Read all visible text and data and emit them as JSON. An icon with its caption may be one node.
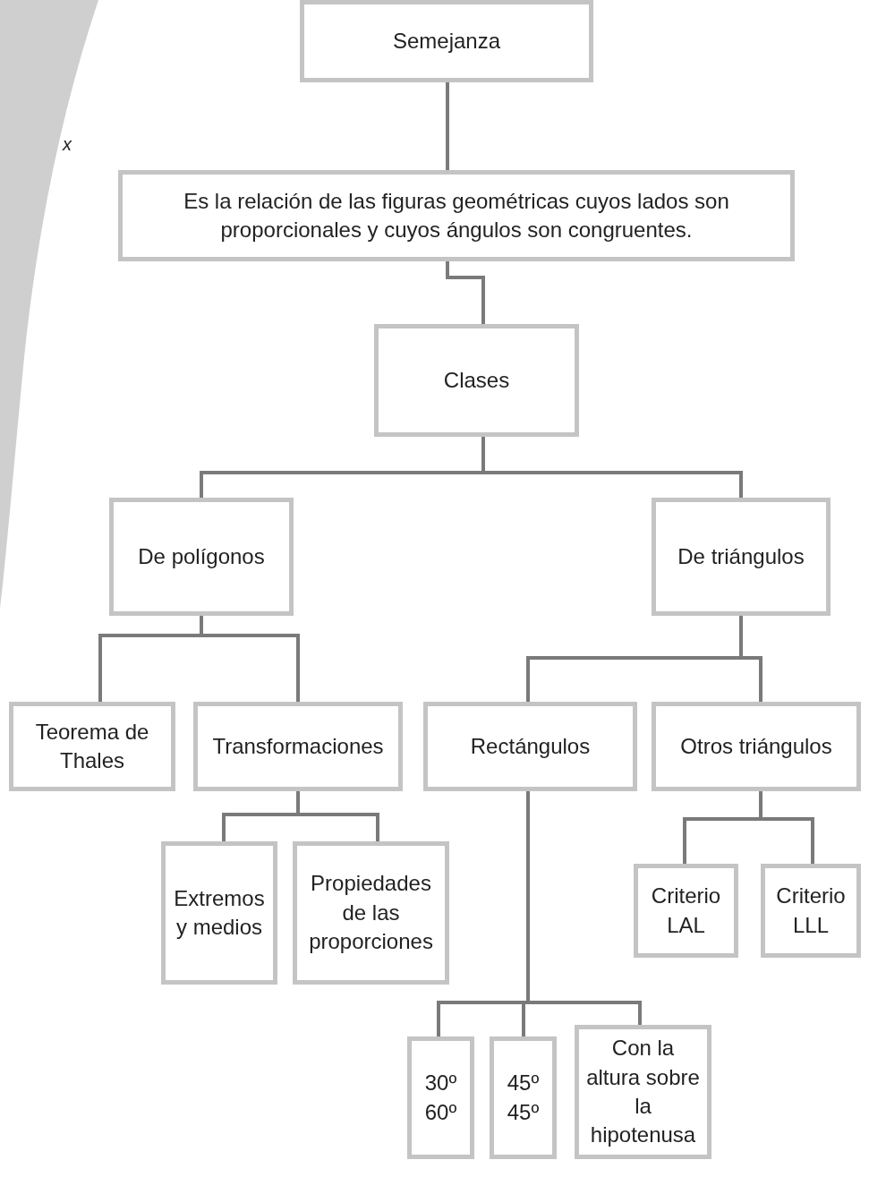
{
  "diagram": {
    "nodes": [
      {
        "text": [
          "Semejanza"
        ]
      },
      {
        "text": [
          "Es la relación de las figuras geométricas cuyos lados son proporcionales y cuyos ángulos son congruentes."
        ]
      },
      {
        "text": [
          "Clases"
        ]
      },
      {
        "text": [
          "De polígonos"
        ]
      },
      {
        "text": [
          "De triángulos"
        ]
      },
      {
        "text": [
          "Teorema de Thales"
        ]
      },
      {
        "text": [
          "Transformaciones"
        ]
      },
      {
        "text": [
          "Rectángulos"
        ]
      },
      {
        "text": [
          "Otros triángulos"
        ]
      },
      {
        "text": [
          "Extremos y medios"
        ]
      },
      {
        "text": [
          "Propiedades de las proporciones"
        ]
      },
      {
        "text": [
          "Criterio LAL"
        ]
      },
      {
        "text": [
          "Criterio LLL"
        ]
      },
      {
        "text": [
          "30º 60º"
        ]
      },
      {
        "text": [
          "45º 45º"
        ]
      },
      {
        "text": [
          "Con la altura sobre la hipotenusa"
        ]
      }
    ],
    "edges": [
      {
        "from": 0,
        "to": 1,
        "arrow": "none"
      },
      {
        "from": 1,
        "to": 2,
        "arrow": "none"
      },
      {
        "from": 2,
        "to": 3,
        "arrow": "none"
      },
      {
        "from": 2,
        "to": 4,
        "arrow": "none"
      },
      {
        "from": 3,
        "to": 5,
        "arrow": "none"
      },
      {
        "from": 3,
        "to": 6,
        "arrow": "none"
      },
      {
        "from": 4,
        "to": 7,
        "arrow": "none"
      },
      {
        "from": 4,
        "to": 8,
        "arrow": "none"
      },
      {
        "from": 6,
        "to": 9,
        "arrow": "none"
      },
      {
        "from": 6,
        "to": 10,
        "arrow": "none"
      },
      {
        "from": 7,
        "to": 13,
        "arrow": "none"
      },
      {
        "from": 7,
        "to": 14,
        "arrow": "none"
      },
      {
        "from": 7,
        "to": 15,
        "arrow": "none"
      },
      {
        "from": 8,
        "to": 11,
        "arrow": "none"
      },
      {
        "from": 8,
        "to": 12,
        "arrow": "none"
      }
    ],
    "labels": [
      "x"
    ]
  }
}
